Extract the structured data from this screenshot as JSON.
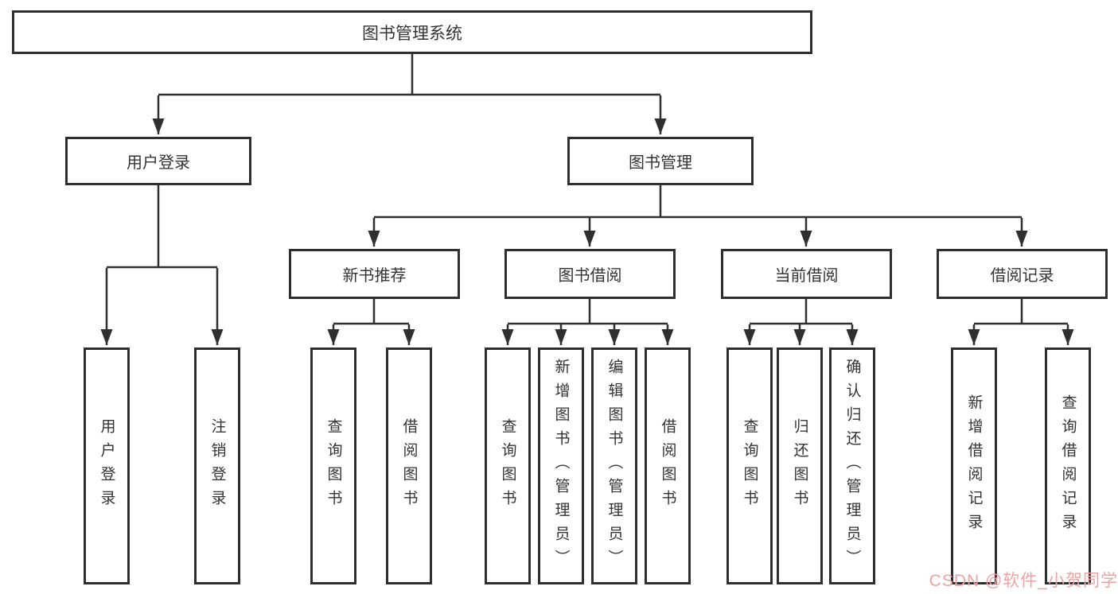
{
  "colors": {
    "background": "#ffffff",
    "line": "#2f2f2f",
    "box_border": "#2f2f2f",
    "text": "#333333",
    "watermark": "#f0a2a2"
  },
  "watermark": {
    "text": "CSDN @软件_小贺同学"
  },
  "tree": {
    "root": {
      "label": "图书管理系统"
    },
    "branches": [
      {
        "label": "用户登录",
        "children": [
          "用户登录",
          "注销登录"
        ]
      },
      {
        "label": "图书管理",
        "sub_branches": [
          {
            "label": "新书推荐",
            "children": [
              "查询图书",
              "借阅图书"
            ]
          },
          {
            "label": "图书借阅",
            "children": [
              "查询图书",
              "新增图书（管理员）",
              "编辑图书（管理员）",
              "借阅图书"
            ]
          },
          {
            "label": "当前借阅",
            "children": [
              "查询图书",
              "归还图书",
              "确认归还（管理员）"
            ]
          },
          {
            "label": "借阅记录",
            "children": [
              "新增借阅记录",
              "查询借阅记录"
            ]
          }
        ]
      }
    ]
  }
}
